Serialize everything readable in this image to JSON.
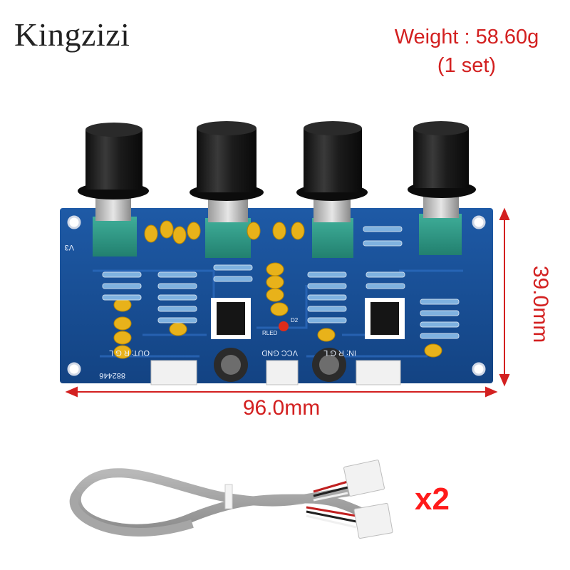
{
  "brand": {
    "name": "Kingzizi"
  },
  "product": {
    "weight_line1": "Weight : 58.60g",
    "weight_line2": "(1 set)",
    "width_label": "96.0mm",
    "height_label": "39.0mm",
    "quantity_label": "x2"
  },
  "board_silkscreen": {
    "version": "V3",
    "out_label": "OUT: R G L",
    "power_label": "VCC GND",
    "in_label": "IN: R G L",
    "serial": "882446",
    "led_label": "RLED",
    "diode_label": "D2"
  },
  "colors": {
    "accent_red": "#d32020",
    "pcb_blue": "#1a4f97",
    "knob_black": "#1b1b1b"
  }
}
